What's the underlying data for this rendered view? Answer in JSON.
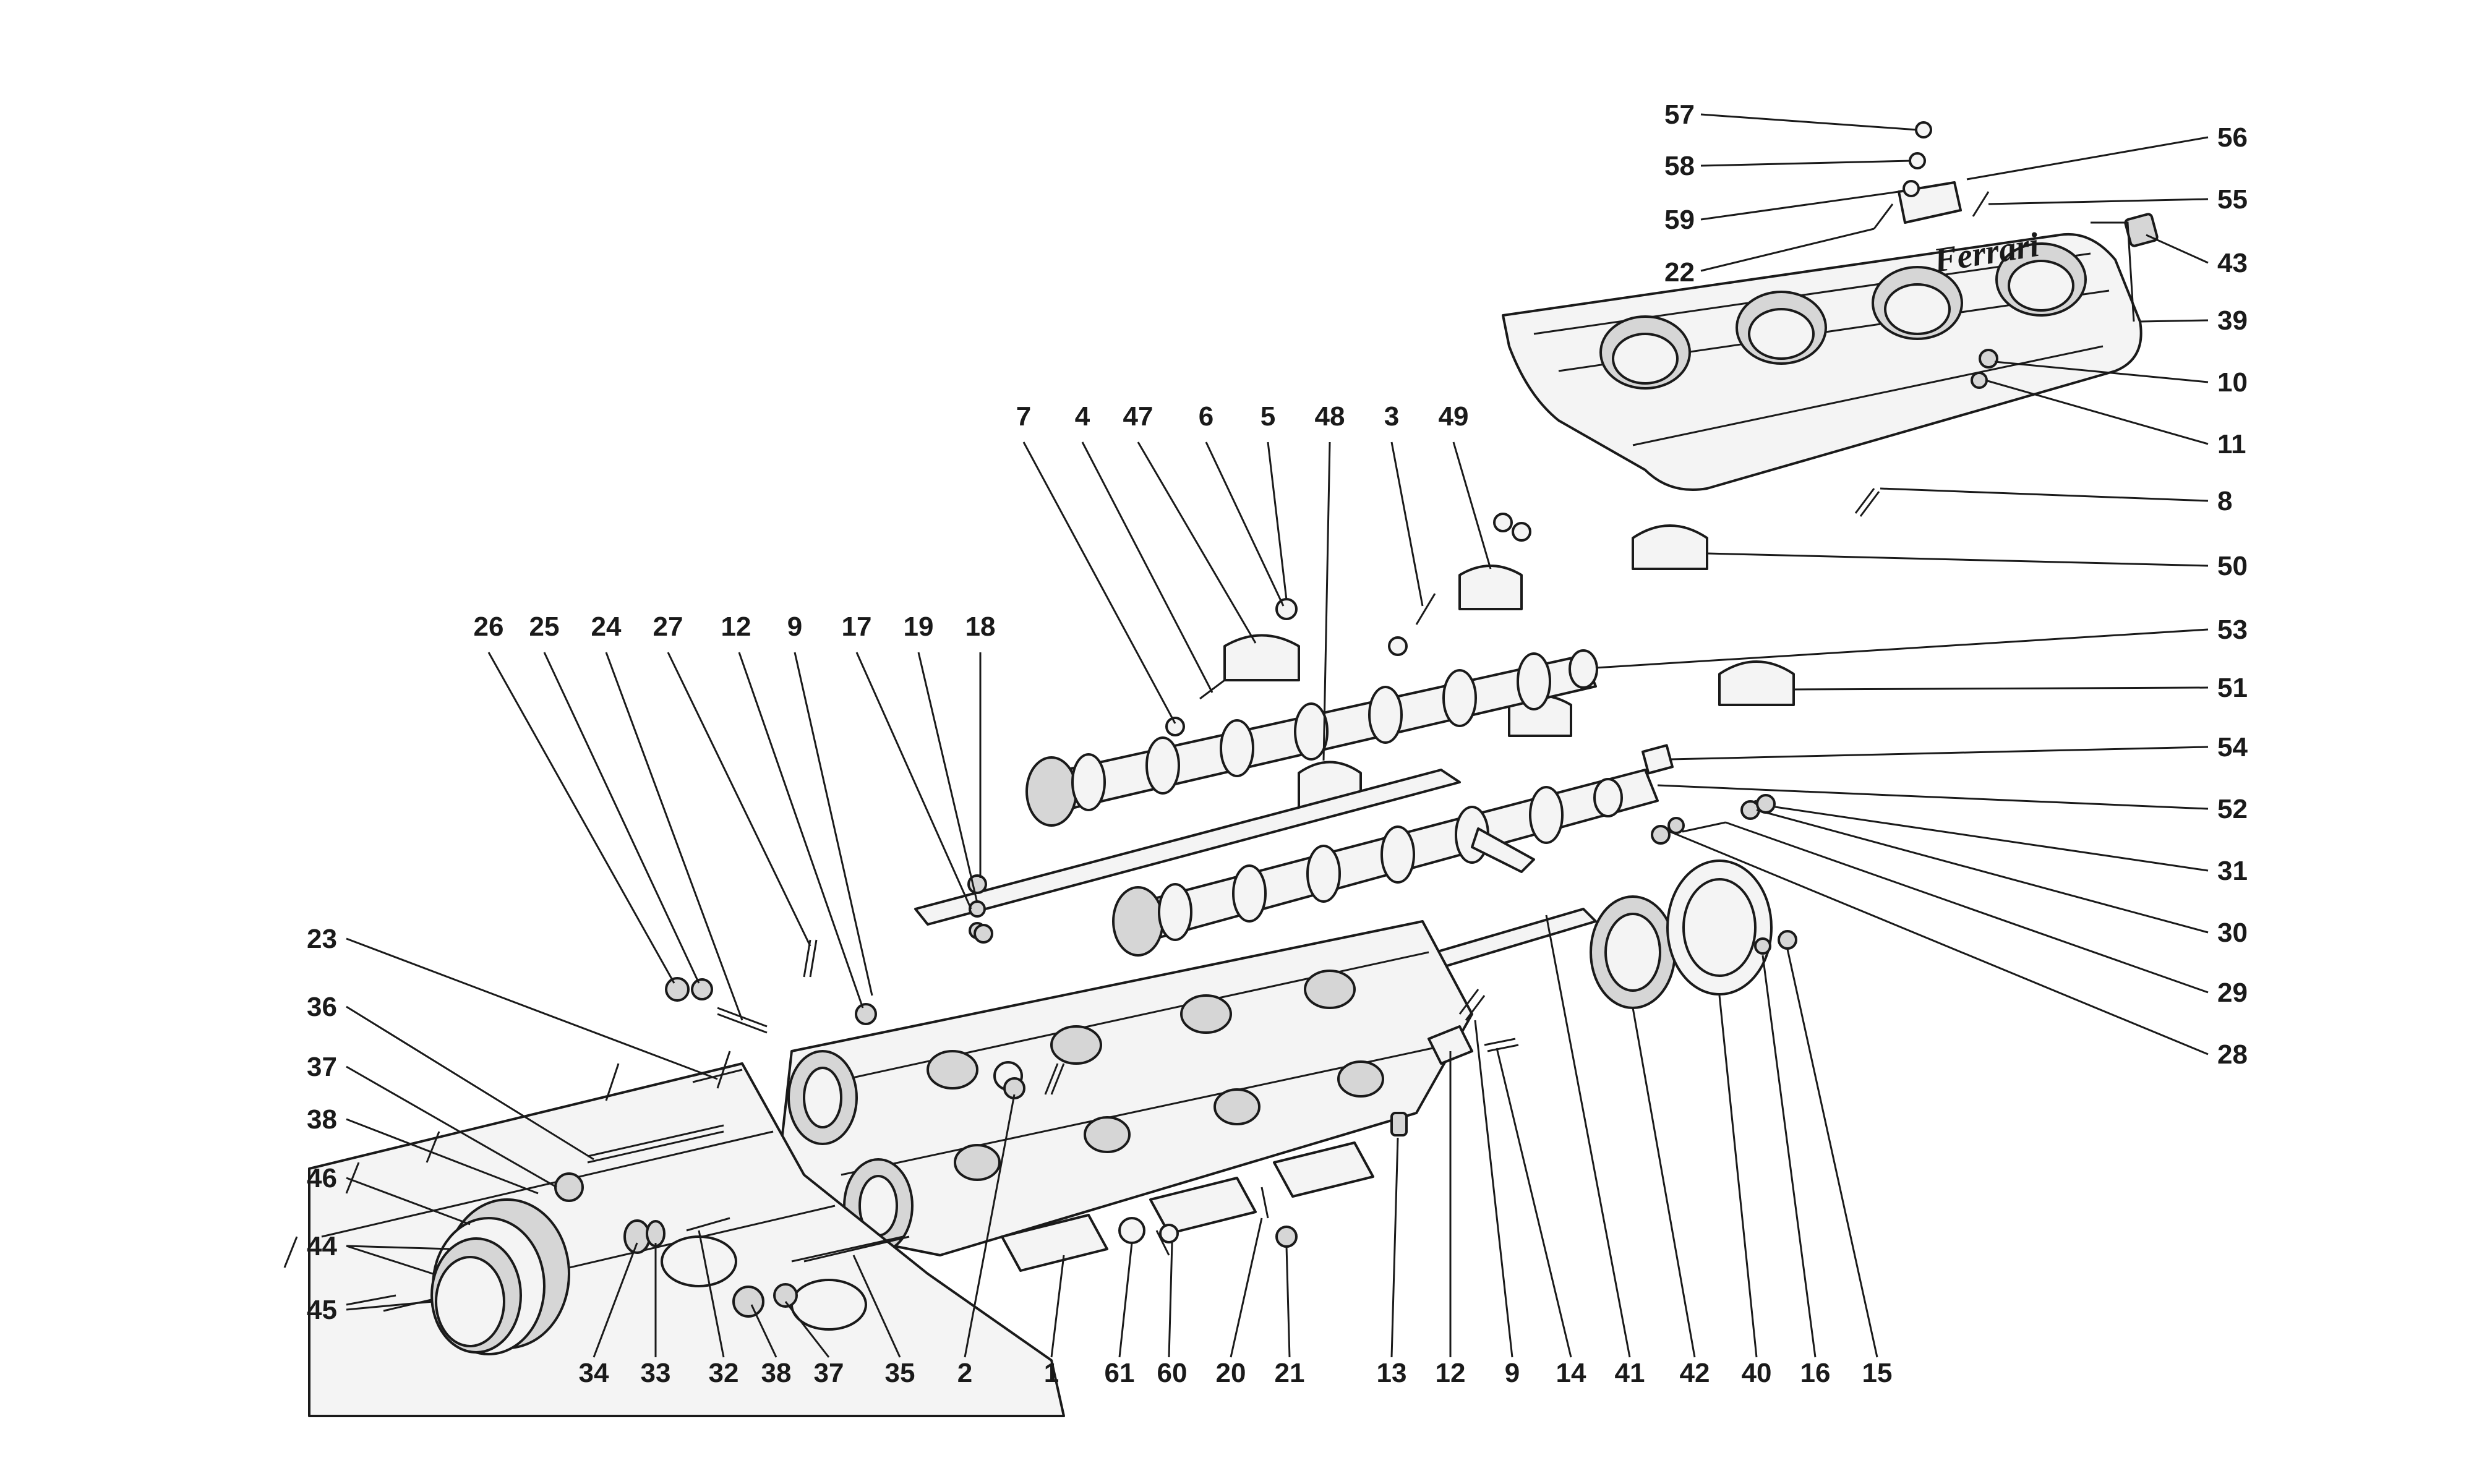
{
  "diagram": {
    "brand_mark": "Ferrari",
    "callouts": [
      {
        "id": "57",
        "label": "57"
      },
      {
        "id": "58",
        "label": "58"
      },
      {
        "id": "59",
        "label": "59"
      },
      {
        "id": "22",
        "label": "22"
      },
      {
        "id": "56",
        "label": "56"
      },
      {
        "id": "55",
        "label": "55"
      },
      {
        "id": "43",
        "label": "43"
      },
      {
        "id": "39",
        "label": "39"
      },
      {
        "id": "10",
        "label": "10"
      },
      {
        "id": "11",
        "label": "11"
      },
      {
        "id": "8",
        "label": "8"
      },
      {
        "id": "50",
        "label": "50"
      },
      {
        "id": "53",
        "label": "53"
      },
      {
        "id": "51",
        "label": "51"
      },
      {
        "id": "54",
        "label": "54"
      },
      {
        "id": "52",
        "label": "52"
      },
      {
        "id": "31",
        "label": "31"
      },
      {
        "id": "30",
        "label": "30"
      },
      {
        "id": "29",
        "label": "29"
      },
      {
        "id": "28",
        "label": "28"
      },
      {
        "id": "7",
        "label": "7"
      },
      {
        "id": "4",
        "label": "4"
      },
      {
        "id": "47",
        "label": "47"
      },
      {
        "id": "6",
        "label": "6"
      },
      {
        "id": "5",
        "label": "5"
      },
      {
        "id": "48",
        "label": "48"
      },
      {
        "id": "3",
        "label": "3"
      },
      {
        "id": "49",
        "label": "49"
      },
      {
        "id": "26",
        "label": "26"
      },
      {
        "id": "25",
        "label": "25"
      },
      {
        "id": "24",
        "label": "24"
      },
      {
        "id": "27",
        "label": "27"
      },
      {
        "id": "12a",
        "label": "12"
      },
      {
        "id": "9a",
        "label": "9"
      },
      {
        "id": "17",
        "label": "17"
      },
      {
        "id": "19",
        "label": "19"
      },
      {
        "id": "18",
        "label": "18"
      },
      {
        "id": "23",
        "label": "23"
      },
      {
        "id": "36",
        "label": "36"
      },
      {
        "id": "37a",
        "label": "37"
      },
      {
        "id": "38a",
        "label": "38"
      },
      {
        "id": "46",
        "label": "46"
      },
      {
        "id": "44",
        "label": "44"
      },
      {
        "id": "45",
        "label": "45"
      },
      {
        "id": "34",
        "label": "34"
      },
      {
        "id": "33",
        "label": "33"
      },
      {
        "id": "32",
        "label": "32"
      },
      {
        "id": "38b",
        "label": "38"
      },
      {
        "id": "37b",
        "label": "37"
      },
      {
        "id": "35",
        "label": "35"
      },
      {
        "id": "2",
        "label": "2"
      },
      {
        "id": "1",
        "label": "1"
      },
      {
        "id": "61",
        "label": "61"
      },
      {
        "id": "60",
        "label": "60"
      },
      {
        "id": "20",
        "label": "20"
      },
      {
        "id": "21",
        "label": "21"
      },
      {
        "id": "13",
        "label": "13"
      },
      {
        "id": "12b",
        "label": "12"
      },
      {
        "id": "9b",
        "label": "9"
      },
      {
        "id": "14",
        "label": "14"
      },
      {
        "id": "41",
        "label": "41"
      },
      {
        "id": "42",
        "label": "42"
      },
      {
        "id": "40",
        "label": "40"
      },
      {
        "id": "16",
        "label": "16"
      },
      {
        "id": "15",
        "label": "15"
      }
    ]
  }
}
